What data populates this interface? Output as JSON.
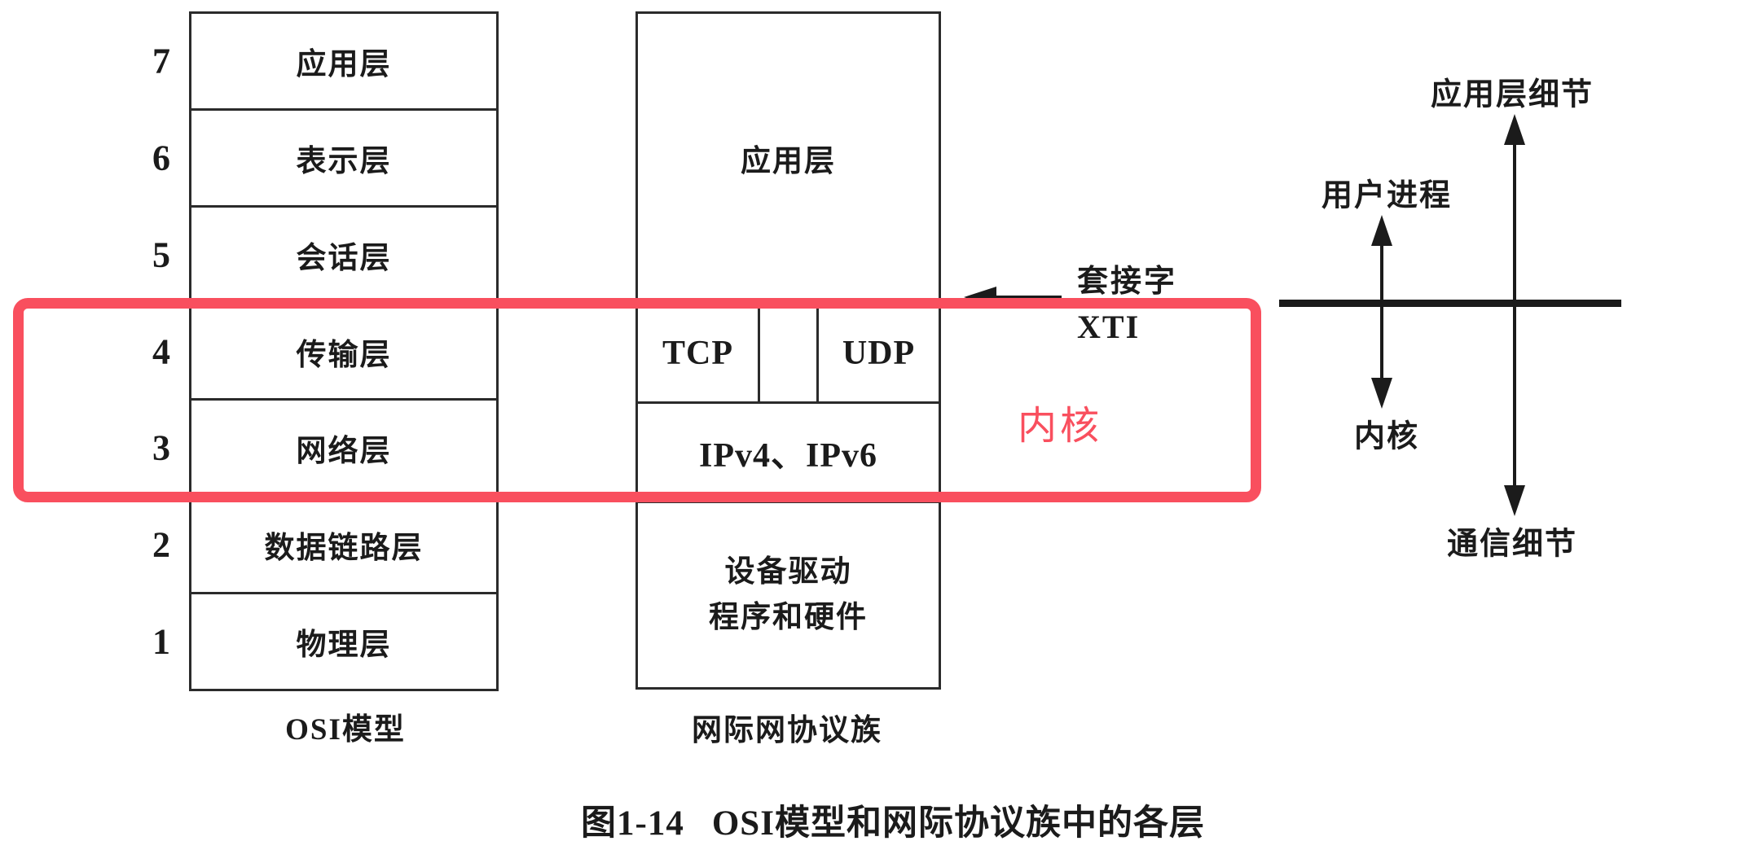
{
  "colors": {
    "ink": "#1b1b1b",
    "highlight_red": "#f94f5e"
  },
  "osi": {
    "rows": [
      {
        "num": "7",
        "name": "应用层"
      },
      {
        "num": "6",
        "name": "表示层"
      },
      {
        "num": "5",
        "name": "会话层"
      },
      {
        "num": "4",
        "name": "传输层"
      },
      {
        "num": "3",
        "name": "网络层"
      },
      {
        "num": "2",
        "name": "数据链路层"
      },
      {
        "num": "1",
        "name": "物理层"
      }
    ],
    "label": "OSI模型"
  },
  "suite": {
    "application": "应用层",
    "tcp": "TCP",
    "udp": "UDP",
    "network": "IPv4、IPv6",
    "driver_line1": "设备驱动",
    "driver_line2": "程序和硬件",
    "label": "网际网协议族"
  },
  "socket_note": {
    "line1": "套接字",
    "line2": "XTI"
  },
  "kernel_highlight": {
    "label": "内核"
  },
  "boundary_diagram": {
    "app_detail": "应用层细节",
    "user_process": "用户进程",
    "kernel": "内核",
    "comm_detail": "通信细节"
  },
  "caption": {
    "figure": "图1-14",
    "title": "OSI模型和网际协议族中的各层"
  }
}
